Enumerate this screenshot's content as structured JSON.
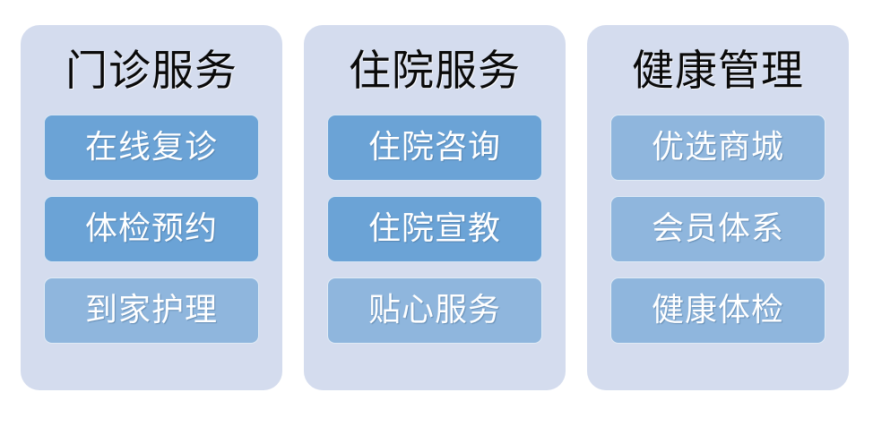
{
  "diagram": {
    "type": "three-column-service-menu",
    "background_color": "#ffffff",
    "panel_color": "#d4dcee",
    "pill_color": "#6ba3d6",
    "pill_color_soft": "#8fb6dd",
    "title_color": "#0a0a0a",
    "label_color": "#ffffff",
    "columns": [
      {
        "title": "门诊服务",
        "items": [
          {
            "label": "在线复诊",
            "tone": "strong"
          },
          {
            "label": "体检预约",
            "tone": "strong"
          },
          {
            "label": "到家护理",
            "tone": "soft"
          }
        ]
      },
      {
        "title": "住院服务",
        "items": [
          {
            "label": "住院咨询",
            "tone": "strong"
          },
          {
            "label": "住院宣教",
            "tone": "strong"
          },
          {
            "label": "贴心服务",
            "tone": "soft"
          }
        ]
      },
      {
        "title": "健康管理",
        "items": [
          {
            "label": "优选商城",
            "tone": "soft"
          },
          {
            "label": "会员体系",
            "tone": "soft"
          },
          {
            "label": "健康体检",
            "tone": "soft"
          }
        ]
      }
    ]
  }
}
